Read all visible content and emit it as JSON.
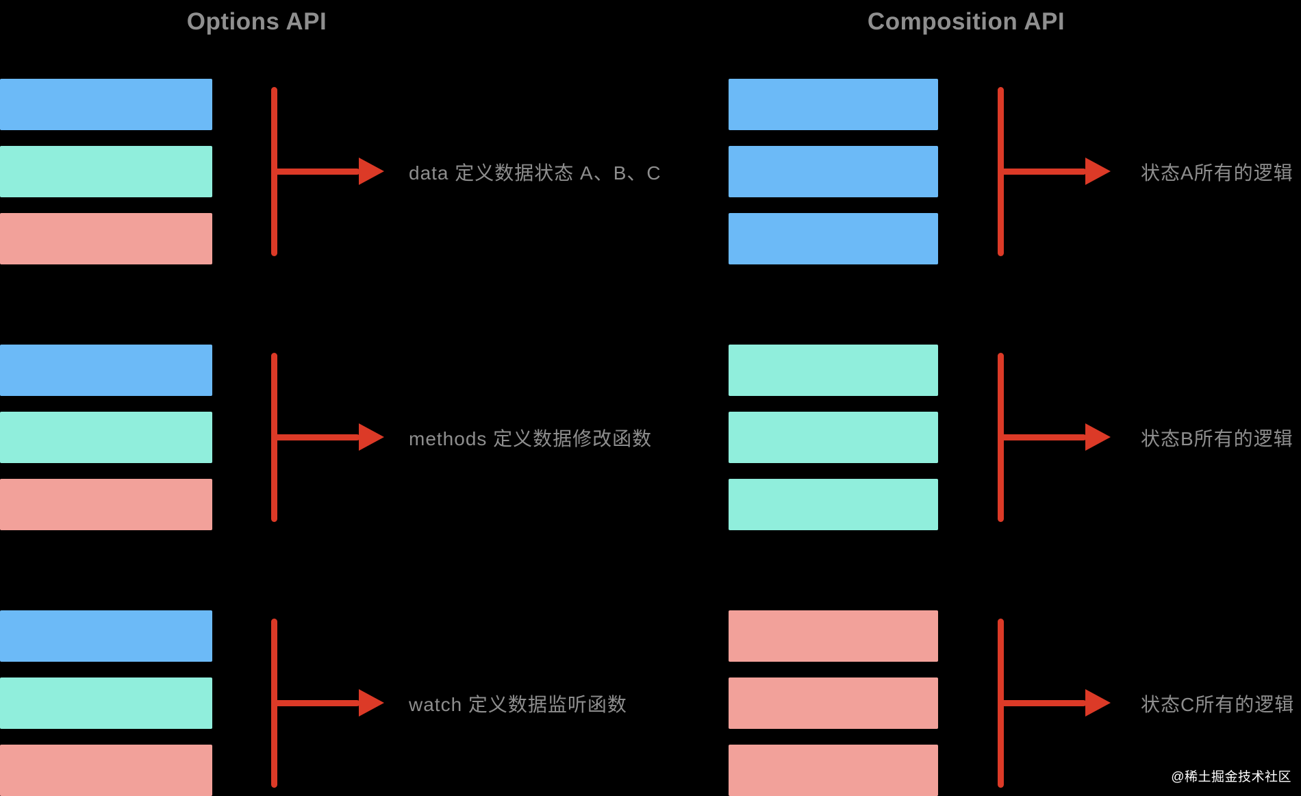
{
  "left": {
    "title": "Options API",
    "groups": [
      {
        "bars": [
          "blue",
          "teal",
          "salmon"
        ],
        "label": "data 定义数据状态 A、B、C"
      },
      {
        "bars": [
          "blue",
          "teal",
          "salmon"
        ],
        "label": "methods 定义数据修改函数"
      },
      {
        "bars": [
          "blue",
          "teal",
          "salmon"
        ],
        "label": "watch 定义数据监听函数"
      }
    ]
  },
  "right": {
    "title": "Composition API",
    "groups": [
      {
        "bars": [
          "blue",
          "blue",
          "blue"
        ],
        "label": "状态A所有的逻辑"
      },
      {
        "bars": [
          "teal",
          "teal",
          "teal"
        ],
        "label": "状态B所有的逻辑"
      },
      {
        "bars": [
          "salmon",
          "salmon",
          "salmon"
        ],
        "label": "状态C所有的逻辑"
      }
    ]
  },
  "colors": {
    "background": "#000000",
    "blue": "#6cbaf7",
    "teal": "#90eedc",
    "salmon": "#f2a19a",
    "arrow": "#dc3a27",
    "title_text": "#8f8f8f",
    "label_text": "#8e8e8e",
    "watermark_text": "#ffffff"
  },
  "watermark": "@稀土掘金技术社区"
}
